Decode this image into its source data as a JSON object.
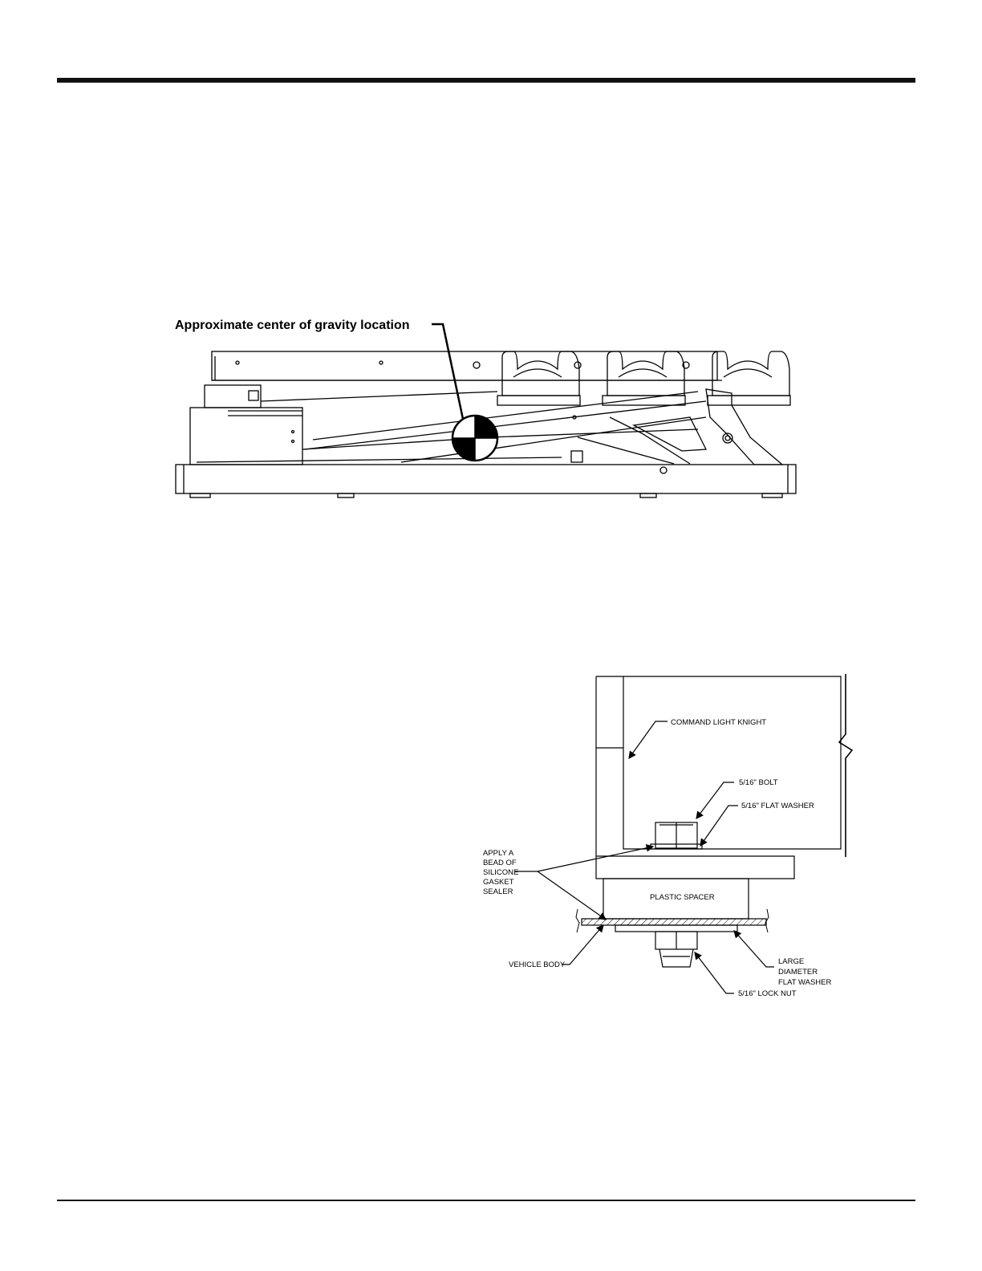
{
  "colors": {
    "ink": "#000000",
    "paper": "#ffffff"
  },
  "figure1": {
    "callout": "Approximate center of gravity location"
  },
  "figure2": {
    "labels": {
      "command_light_knight": "COMMAND LIGHT KNIGHT",
      "bolt": "5/16\" BOLT",
      "flat_washer": "5/16\" FLAT WASHER",
      "silicone_line1": "APPLY A",
      "silicone_line2": "BEAD OF",
      "silicone_line3": "SILICONE",
      "silicone_line4": "GASKET",
      "silicone_line5": "SEALER",
      "plastic_spacer": "PLASTIC SPACER",
      "vehicle_body": "VEHICLE BODY",
      "large_washer_line1": "LARGE",
      "large_washer_line2": "DIAMETER",
      "large_washer_line3": "FLAT WASHER",
      "lock_nut": "5/16\" LOCK NUT"
    }
  }
}
